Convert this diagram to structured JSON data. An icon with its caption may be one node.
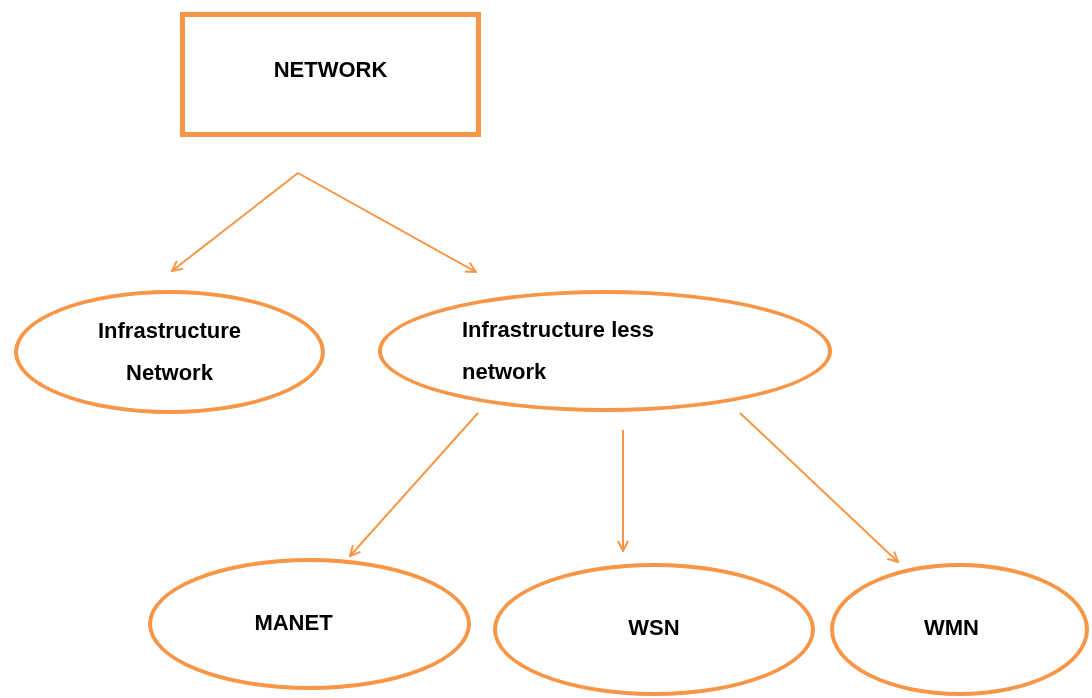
{
  "diagram": {
    "nodes": [
      {
        "text": [
          "NETWORK"
        ]
      },
      {
        "text": [
          "Infrastructure Network"
        ]
      },
      {
        "text": [
          "Infrastructure less network"
        ]
      },
      {
        "text": [
          "MANET"
        ]
      },
      {
        "text": [
          "WSN"
        ]
      },
      {
        "text": [
          "WMN"
        ]
      }
    ],
    "edges": [
      {
        "from": 0,
        "to": 1,
        "arrow": "to"
      },
      {
        "from": 0,
        "to": 2,
        "arrow": "to"
      },
      {
        "from": 2,
        "to": 3,
        "arrow": "to"
      },
      {
        "from": 2,
        "to": 4,
        "arrow": "to"
      },
      {
        "from": 2,
        "to": 5,
        "arrow": "to"
      }
    ]
  }
}
